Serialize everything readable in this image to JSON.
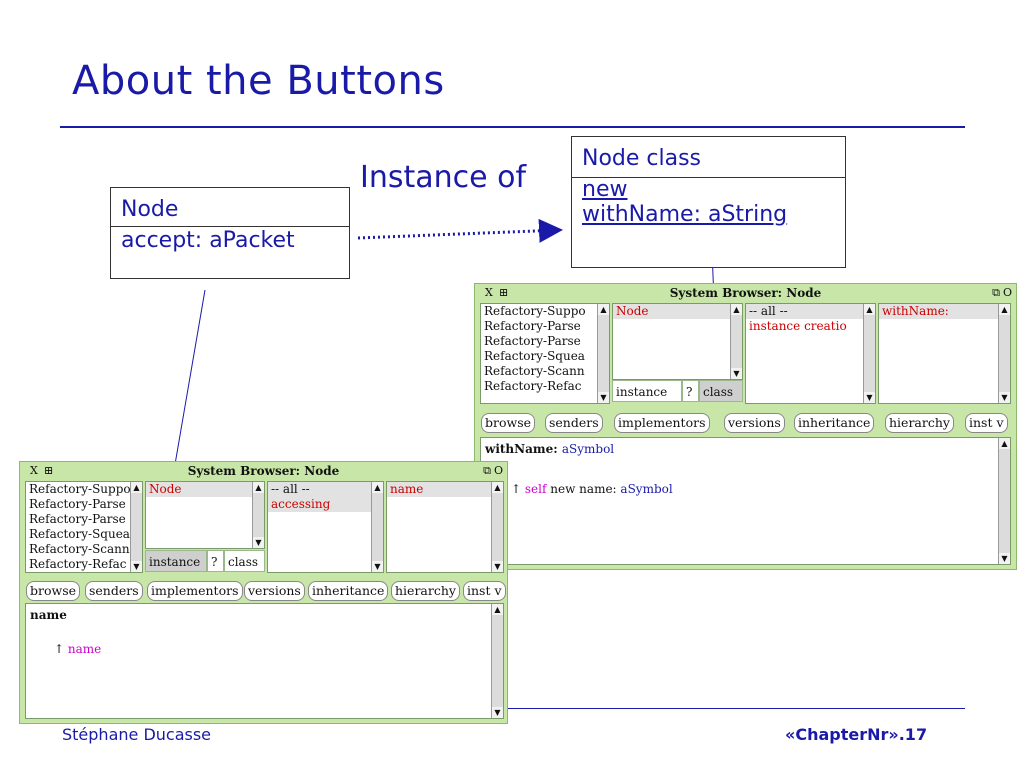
{
  "slide": {
    "title": "About the Buttons",
    "footer_author": "Stéphane Ducasse",
    "footer_page": "«ChapterNr».17"
  },
  "node_class_box": {
    "line1": "Node class",
    "line2": "new",
    "line3": "withName: aString"
  },
  "node_box": {
    "line1": "Node",
    "line2": "accept: aPacket"
  },
  "instance_of_label": "Instance of",
  "browser_class": {
    "title": "System Browser: Node",
    "close_glyph": "X",
    "menu_glyph": "⊞",
    "collapse_glyph": "⧉",
    "expand_glyph": "O",
    "packages": [
      "Refactory-Suppo",
      "Refactory-Parse",
      "Refactory-Parse",
      "Refactory-Squea",
      "Refactory-Scann",
      "Refactory-Refac"
    ],
    "classes": [
      "Node"
    ],
    "categories": [
      "-- all --",
      "instance creatio"
    ],
    "methods": [
      "withName:"
    ],
    "toggle_instance": "instance",
    "toggle_help": "?",
    "toggle_class": "class",
    "buttons": [
      "browse",
      "senders",
      "implementors",
      "versions",
      "inheritance",
      "hierarchy",
      "inst v"
    ],
    "code_header_selector": "withName:",
    "code_header_arg": "aSymbol",
    "code_caret": "↑",
    "code_self": "self",
    "code_msg": "new name:",
    "code_arg": "aSymbol"
  },
  "browser_instance": {
    "title": "System Browser: Node",
    "close_glyph": "X",
    "menu_glyph": "⊞",
    "collapse_glyph": "⧉",
    "expand_glyph": "O",
    "packages": [
      "Refactory-Suppo",
      "Refactory-Parse",
      "Refactory-Parse",
      "Refactory-Squea",
      "Refactory-Scann",
      "Refactory-Refac"
    ],
    "classes": [
      "Node"
    ],
    "categories": [
      "-- all --",
      "accessing"
    ],
    "methods": [
      "name"
    ],
    "toggle_instance": "instance",
    "toggle_help": "?",
    "toggle_class": "class",
    "buttons": [
      "browse",
      "senders",
      "implementors",
      "versions",
      "inheritance",
      "hierarchy",
      "inst v"
    ],
    "code_header": "name",
    "code_caret": "↑",
    "code_return": "name"
  }
}
